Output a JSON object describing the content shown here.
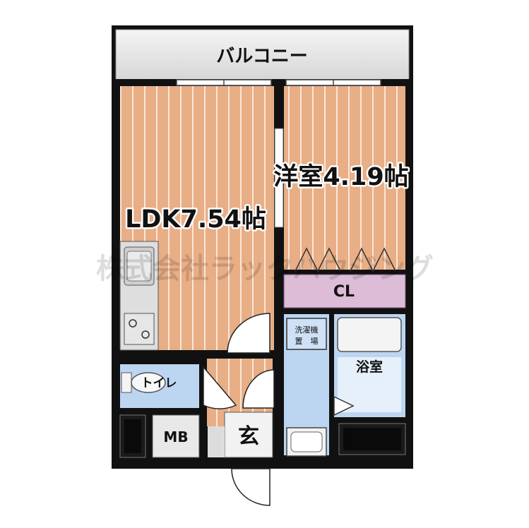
{
  "rooms": {
    "balcony": "バルコニー",
    "ldk": "LDK7.54帖",
    "western_room": "洋室4.19帖",
    "closet": "CL",
    "laundry_line1": "洗濯機",
    "laundry_line2": "置　場",
    "bathroom": "浴室",
    "toilet": "トイレ",
    "meter_box": "MB",
    "entrance": "玄"
  },
  "watermark": "株式会社ラックハウジング",
  "colors": {
    "floor": "#e8ae86",
    "floor_stripe": "#fbe6d6",
    "closet": "#dcbcd6",
    "wet_area": "#bcd6f2",
    "tile": "#f0f0f0",
    "wall": "#111111",
    "balcony": "#e2e2e2"
  }
}
